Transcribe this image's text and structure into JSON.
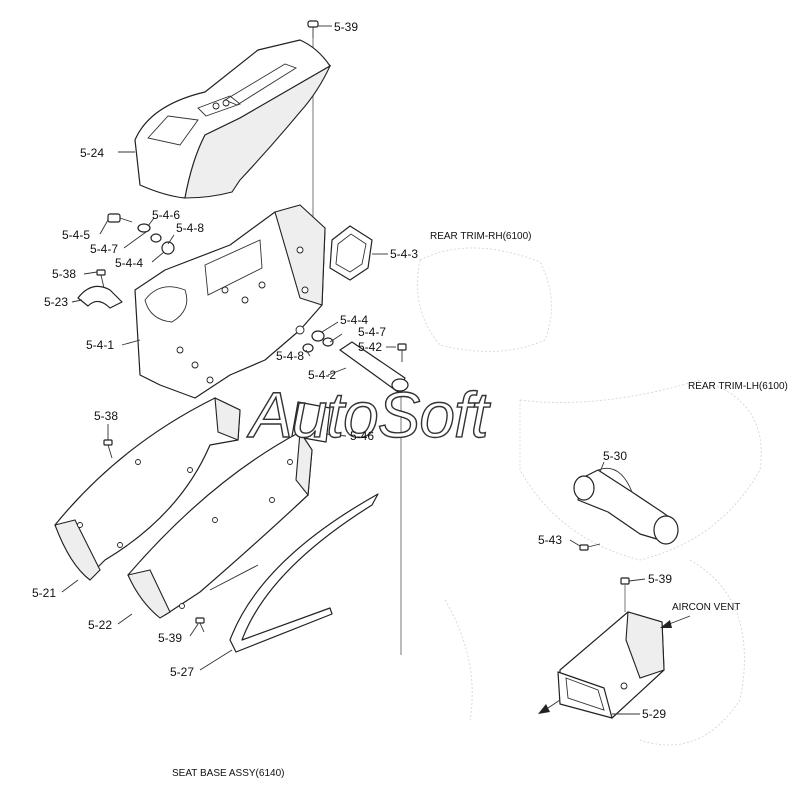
{
  "watermark": "AutoSoft",
  "notes": {
    "rear_trim_rh": "REAR TRIM-RH(6100)",
    "rear_trim_lh": "REAR TRIM-LH(6100)",
    "aircon_vent": "AIRCON VENT",
    "seat_base": "SEAT BASE ASSY(6140)"
  },
  "callouts": {
    "c_5_39_top": "5-39",
    "c_5_24": "5-24",
    "c_5_4_6": "5-4-6",
    "c_5_4_5": "5-4-5",
    "c_5_4_8_top": "5-4-8",
    "c_5_4_7_top": "5-4-7",
    "c_5_4_4_top": "5-4-4",
    "c_5_38_top": "5-38",
    "c_5_23": "5-23",
    "c_5_4_1": "5-4-1",
    "c_5_4_3": "5-4-3",
    "c_5_4_4_mid": "5-4-4",
    "c_5_4_7_mid": "5-4-7",
    "c_5_42": "5-42",
    "c_5_4_8_mid": "5-4-8",
    "c_5_4_2": "5-4-2",
    "c_5_38_mid": "5-38",
    "c_5_46": "5-46",
    "c_5_30": "5-30",
    "c_5_43": "5-43",
    "c_5_39_right": "5-39",
    "c_5_21": "5-21",
    "c_5_22": "5-22",
    "c_5_39_bottom": "5-39",
    "c_5_27": "5-27",
    "c_5_29": "5-29"
  }
}
